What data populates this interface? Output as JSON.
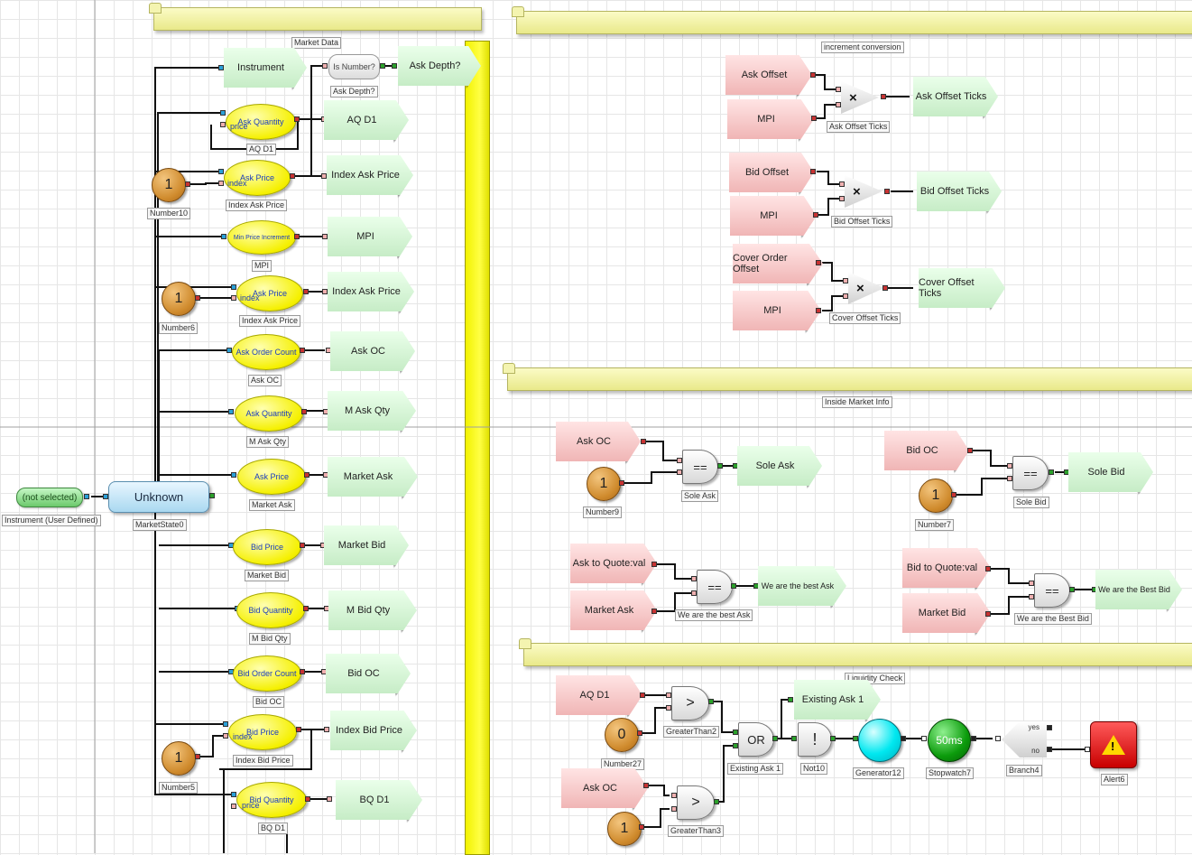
{
  "market_data": {
    "section_title": "Market Data",
    "instrument": "Instrument",
    "is_number": "Is Number?",
    "is_number_caption": "Ask Depth?",
    "ask_depth_out": "Ask Depth?",
    "ask_quantity": "Ask Quantity",
    "price_port": "price",
    "ask_quantity_caption": "AQ D1",
    "aq_d1_out": "AQ D1",
    "ask_price": "Ask Price",
    "index_port": "index",
    "ask_price_caption": "Index Ask Price",
    "index_ask_price_out": "Index Ask Price",
    "number10_value": "1",
    "number10_caption": "Number10",
    "min_price_increment": "Min Price Increment",
    "mpi_caption": "MPI",
    "mpi_out": "MPI",
    "ask_price2": "Ask Price",
    "index_port2": "index",
    "ask_price2_caption": "Index Ask Price",
    "index_ask_price2_out": "Index Ask Price",
    "number6_value": "1",
    "number6_caption": "Number6",
    "ask_order_count": "Ask Order Count",
    "ask_oc_caption": "Ask OC",
    "ask_oc_out": "Ask OC",
    "ask_quantity2": "Ask Quantity",
    "m_ask_qty_caption": "M Ask Qty",
    "m_ask_qty_out": "M Ask Qty",
    "ask_price3": "Ask Price",
    "market_ask_caption": "Market Ask",
    "market_ask_out": "Market Ask",
    "bid_price": "Bid Price",
    "market_bid_caption": "Market Bid",
    "market_bid_out": "Market Bid",
    "bid_quantity": "Bid Quantity",
    "m_bid_qty_caption": "M Bid Qty",
    "m_bid_qty_out": "M Bid Qty",
    "bid_order_count": "Bid Order Count",
    "bid_oc_caption": "Bid OC",
    "bid_oc_out": "Bid OC",
    "bid_price2": "Bid Price",
    "index_port3": "index",
    "index_bid_price_caption": "Index Bid Price",
    "index_bid_price_out": "Index Bid Price",
    "number5_value": "1",
    "number5_caption": "Number5",
    "bid_quantity2": "Bid Quantity",
    "price_port2": "price",
    "bq_d1_caption": "BQ D1",
    "bq_d1_out": "BQ D1"
  },
  "input": {
    "instrument_value": "(not selected)",
    "instrument_caption": "Instrument (User Defined)",
    "market_state": "Unknown",
    "market_state_caption": "MarketState0"
  },
  "increment_conversion": {
    "section_title": "increment conversion",
    "ask_offset": "Ask Offset",
    "mpi1": "MPI",
    "mult_symbol": "×",
    "ask_mult_caption": "Ask Offset Ticks",
    "ask_offset_ticks_out": "Ask Offset Ticks",
    "bid_offset": "Bid Offset",
    "mpi2": "MPI",
    "bid_mult_caption": "Bid Offset Ticks",
    "bid_offset_ticks_out": "Bid Offset Ticks",
    "cover_order_offset": "Cover Order Offset",
    "mpi3": "MPI",
    "cover_mult_caption": "Cover Offset Ticks",
    "cover_offset_ticks_out": "Cover Offset Ticks"
  },
  "inside_market": {
    "section_title": "Inside Market Info",
    "ask_oc": "Ask OC",
    "eq_symbol": "==",
    "sole_ask_caption": "Sole Ask",
    "sole_ask_out": "Sole Ask",
    "number9_value": "1",
    "number9_caption": "Number9",
    "bid_oc": "Bid OC",
    "sole_bid_caption": "Sole Bid",
    "sole_bid_out": "Sole Bid",
    "number7_value": "1",
    "number7_caption": "Number7",
    "ask_to_quote": "Ask to Quote:val",
    "market_ask": "Market Ask",
    "best_ask_caption": "We are the best Ask",
    "best_ask_out": "We are the best Ask",
    "bid_to_quote": "Bid to Quote:val",
    "market_bid": "Market Bid",
    "best_bid_caption": "We are the Best Bid",
    "best_bid_out": "We are the Best Bid"
  },
  "liquidity_check": {
    "section_title": "Liquidity Check",
    "aq_d1": "AQ D1",
    "gt_symbol": ">",
    "greater2_caption": "GreaterThan2",
    "number27_value": "0",
    "number27_caption": "Number27",
    "ask_oc": "Ask OC",
    "greater3_caption": "GreaterThan3",
    "number_bottom_value": "1",
    "or_label": "OR",
    "or_caption": "Existing Ask 1",
    "existing_ask_out": "Existing Ask 1",
    "not_label": "!",
    "not_caption": "Not10",
    "generator_caption": "Generator12",
    "stopwatch_label": "50ms",
    "stopwatch_caption": "Stopwatch7",
    "branch_yes": "yes",
    "branch_no": "no",
    "branch_caption": "Branch4",
    "alert_symbol": "!",
    "alert_caption": "Alert6"
  }
}
